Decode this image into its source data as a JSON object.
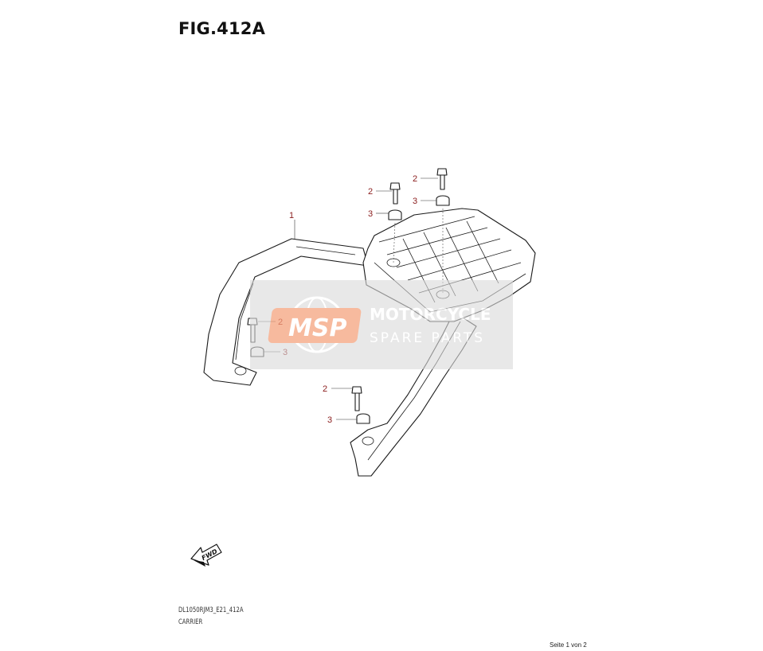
{
  "figure": {
    "title": "FIG.412A"
  },
  "callouts": {
    "c1": "1",
    "c2a": "2",
    "c3a": "3",
    "c2b": "2",
    "c3b": "3",
    "c2c": "2",
    "c3c": "3",
    "c2d": "2",
    "c3d": "3"
  },
  "watermark": {
    "logo_text": "MSP",
    "brand_line1": "MOTORCYCLE",
    "brand_line2": "SPARE PARTS"
  },
  "fwd_label": "FWD",
  "footer": {
    "model_code": "DL1050RJM3_E21_412A",
    "part_group": "CARRIER",
    "page_indicator": "Seite 1 von 2"
  },
  "colors": {
    "callout_number": "#8a1c1c",
    "watermark_logo": "#f4a07a",
    "watermark_panel": "#d9d9d9"
  }
}
